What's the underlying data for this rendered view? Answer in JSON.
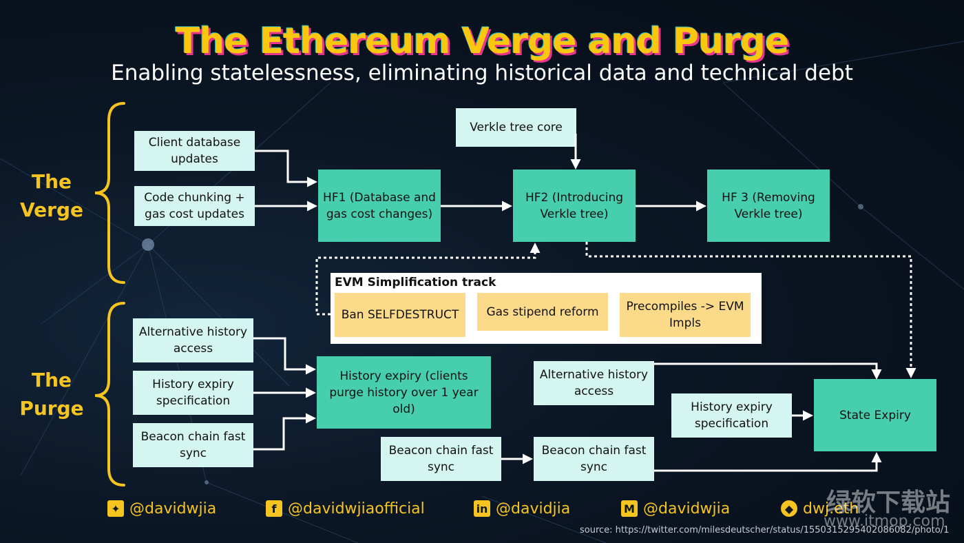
{
  "title": "The Ethereum Verge and Purge",
  "subtitle": "Enabling statelessness, eliminating historical data and technical debt",
  "sections": {
    "verge_line1": "The",
    "verge_line2": "Verge",
    "purge_line1": "The",
    "purge_line2": "Purge"
  },
  "verge": {
    "client_db": "Client database updates",
    "code_chunking": "Code chunking + gas cost updates",
    "verkle_core": "Verkle tree core",
    "hf1": "HF1 (Database and gas cost changes)",
    "hf2": "HF2 (Introducing Verkle tree)",
    "hf3": "HF 3 (Removing Verkle tree)"
  },
  "evm": {
    "title": "EVM Simplification track",
    "ban_selfdestruct": "Ban SELFDESTRUCT",
    "gas_stipend": "Gas stipend reform",
    "precompiles": "Precompiles -> EVM Impls"
  },
  "purge": {
    "alt_history_left": "Alternative history access",
    "history_spec_left": "History expiry specification",
    "beacon_left": "Beacon chain fast sync",
    "history_expiry": "History expiry (clients purge history over 1 year old)",
    "beacon_mid": "Beacon chain fast sync",
    "alt_history_right": "Alternative history access",
    "history_spec_right": "History expiry specification",
    "beacon_right": "Beacon chain fast sync",
    "state_expiry": "State Expiry"
  },
  "social": {
    "twitter": "@davidwjia",
    "facebook": "@davidwjiaofficial",
    "linkedin": "@davidjia",
    "medium": "@davidwjia",
    "eth": "dwj.eth"
  },
  "source": "source: https://twitter.com/milesdeutscher/status/1550315295402086082/photo/1",
  "watermark": {
    "cn": "绿软下载站",
    "url": "www.itmop.com"
  },
  "colors": {
    "accent_yellow": "#f6c421",
    "teal": "#47cfad",
    "light": "#d5f5f1",
    "evm_yellow": "#fbdb8a"
  }
}
